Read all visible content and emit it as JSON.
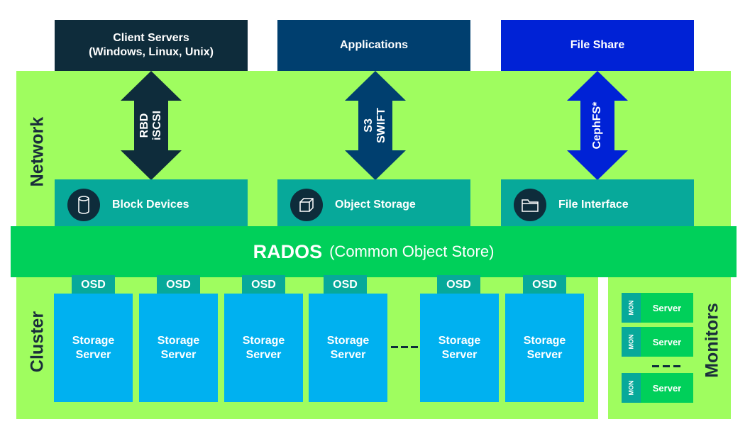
{
  "top": [
    {
      "line1": "Client Servers",
      "line2": "(Windows, Linux, Unix)",
      "color": "#0e2c3b"
    },
    {
      "line1": "Applications",
      "line2": "",
      "color": "#003f6f"
    },
    {
      "line1": "File Share",
      "line2": "",
      "color": "#0022d6"
    }
  ],
  "labels": {
    "network": "Network",
    "cluster": "Cluster",
    "monitors": "Monitors"
  },
  "arrows": [
    {
      "line1": "RBD",
      "line2": "iSCSI",
      "color": "#0e2c3b"
    },
    {
      "line1": "S3",
      "line2": "SWIFT",
      "color": "#003f6f"
    },
    {
      "line1": "CephFS*",
      "line2": "",
      "color": "#0022d6"
    }
  ],
  "interfaces": [
    {
      "label": "Block Devices",
      "icon": "cylinder-icon"
    },
    {
      "label": "Object Storage",
      "icon": "cube-icon"
    },
    {
      "label": "File Interface",
      "icon": "folder-icon"
    }
  ],
  "rados": {
    "main": "RADOS",
    "sub": "(Common Object Store)"
  },
  "osd_label": "OSD",
  "storage_server": {
    "line1": "Storage",
    "line2": "Server"
  },
  "monitors": [
    {
      "tag": "MON",
      "server": "Server"
    },
    {
      "tag": "MON",
      "server": "Server"
    },
    {
      "tag": "MON",
      "server": "Server"
    }
  ],
  "colors": {
    "green": "#9ffd5f",
    "rados": "#00d05a",
    "teal": "#07a99a",
    "server": "#00b1f0",
    "dark": "#0e2c3b"
  }
}
